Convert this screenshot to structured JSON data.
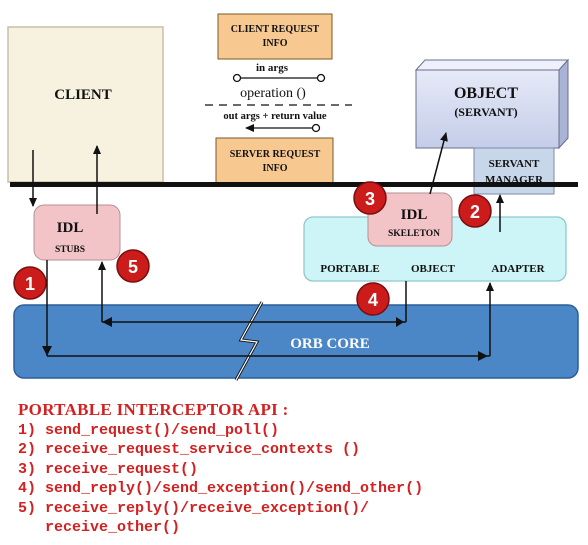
{
  "client": {
    "label": "CLIENT"
  },
  "client_request_info": {
    "line1": "CLIENT REQUEST",
    "line2": "INFO"
  },
  "server_request_info": {
    "line1": "SERVER REQUEST",
    "line2": "INFO"
  },
  "operation": {
    "in_args": "in args",
    "name": "operation ()",
    "out_args": "out args + return value"
  },
  "object": {
    "line1": "OBJECT",
    "line2": "(SERVANT)"
  },
  "servant_manager": {
    "line1": "SERVANT",
    "line2": "MANAGER"
  },
  "idl_stubs": {
    "line1": "IDL",
    "line2": "STUBS"
  },
  "idl_skeleton": {
    "line1": "IDL",
    "line2": "SKELETON"
  },
  "poa": {
    "w1": "PORTABLE",
    "w2": "OBJECT",
    "w3": "ADAPTER"
  },
  "orb_core": {
    "label": "ORB CORE"
  },
  "markers": [
    "1",
    "2",
    "3",
    "4",
    "5"
  ],
  "api": {
    "title": "PORTABLE INTERCEPTOR API :",
    "items": [
      "1) send_request()/send_poll()",
      "2) receive_request_service_contexts ()",
      "3) receive_request()",
      "4) send_reply()/send_exception()/send_other()",
      "5) receive_reply()/receive_exception()/",
      "   receive_other()"
    ]
  },
  "colors": {
    "client_box": "#f7f1df",
    "info_box": "#f7c991",
    "object_box": "#d6dcf2",
    "servant_manager_box": "#c8d6ea",
    "idl_box": "#f2c4c8",
    "poa_box": "#cdf4f6",
    "orb_core": "#4b86c6",
    "marker": "#cc1b1b",
    "api_text": "#d42020"
  }
}
